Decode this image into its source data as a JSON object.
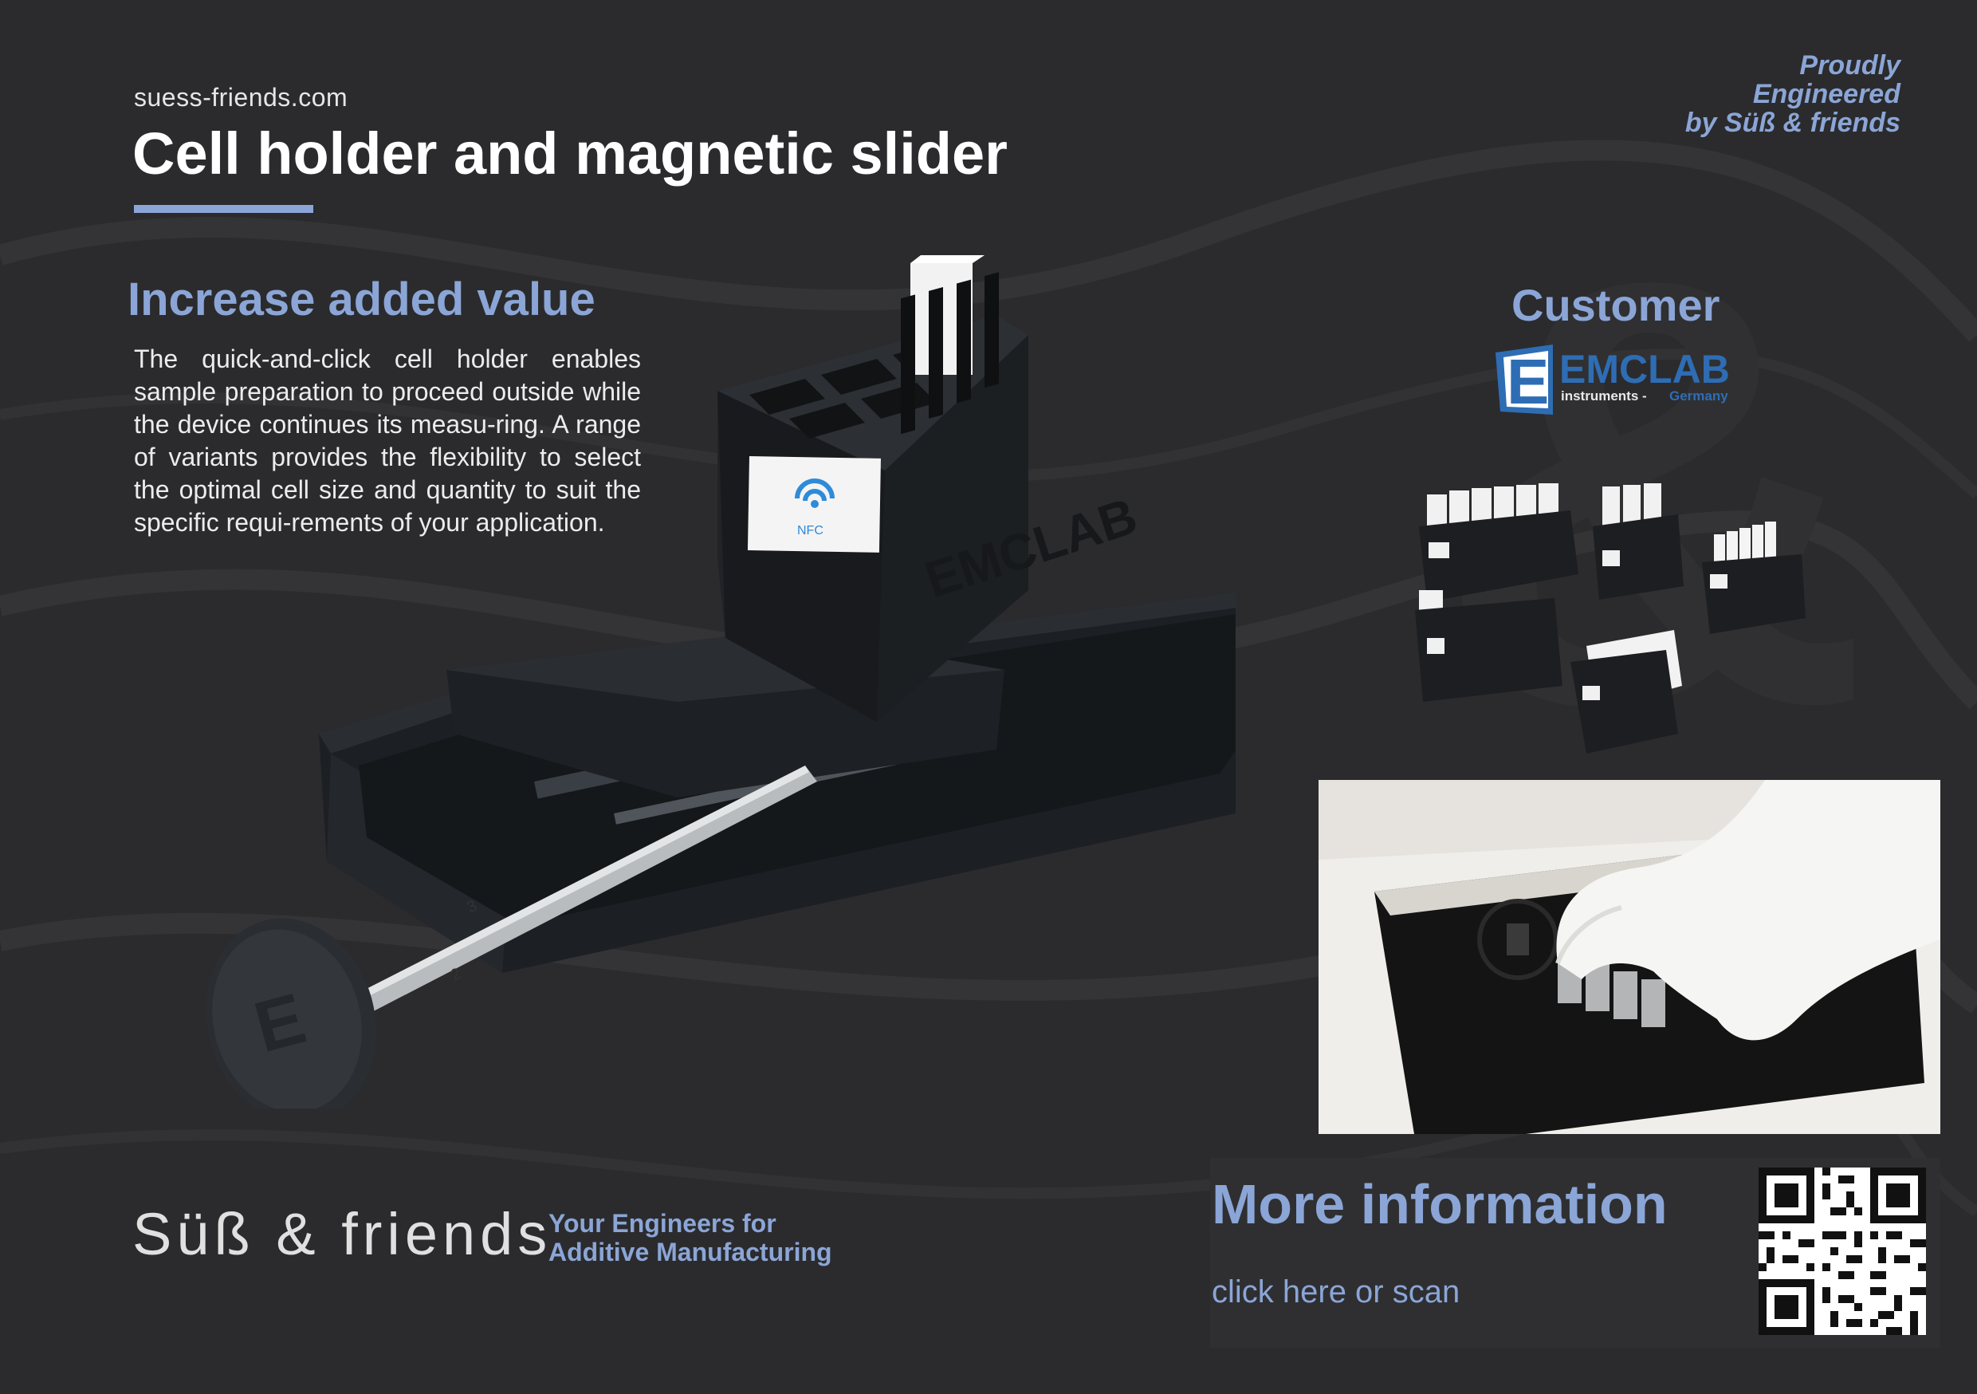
{
  "site": {
    "url": "suess-friends.com"
  },
  "header": {
    "title": "Cell holder and magnetic slider",
    "proud_lines": [
      "Proudly",
      "Engineered",
      "by Süß & friends"
    ]
  },
  "intro": {
    "heading": "Increase added value",
    "body": "The quick-and-click cell holder enables sample preparation to proceed outside while the device continues its measu-ring. A range of variants provides the flexibility to select the optimal cell size and quantity to suit the specific requi-rements of your application."
  },
  "customer": {
    "label": "Customer",
    "brand_letter": "E",
    "brand_name": "EMCLAB",
    "brand_sub": "instruments - ",
    "brand_country": "Germany"
  },
  "product": {
    "nfc_label": "NFC",
    "rod_marks": [
      "3",
      "2"
    ],
    "knob_letter": "E"
  },
  "footer": {
    "logo": "Süß & friends",
    "tagline_lines": [
      "Your Engineers for",
      "Additive Manufacturing"
    ]
  },
  "more_info": {
    "heading": "More information",
    "link_text": "click here or scan"
  },
  "colors": {
    "accent": "#8ba5d6",
    "background": "#2b2b2d",
    "brand_blue": "#2e6db4"
  }
}
